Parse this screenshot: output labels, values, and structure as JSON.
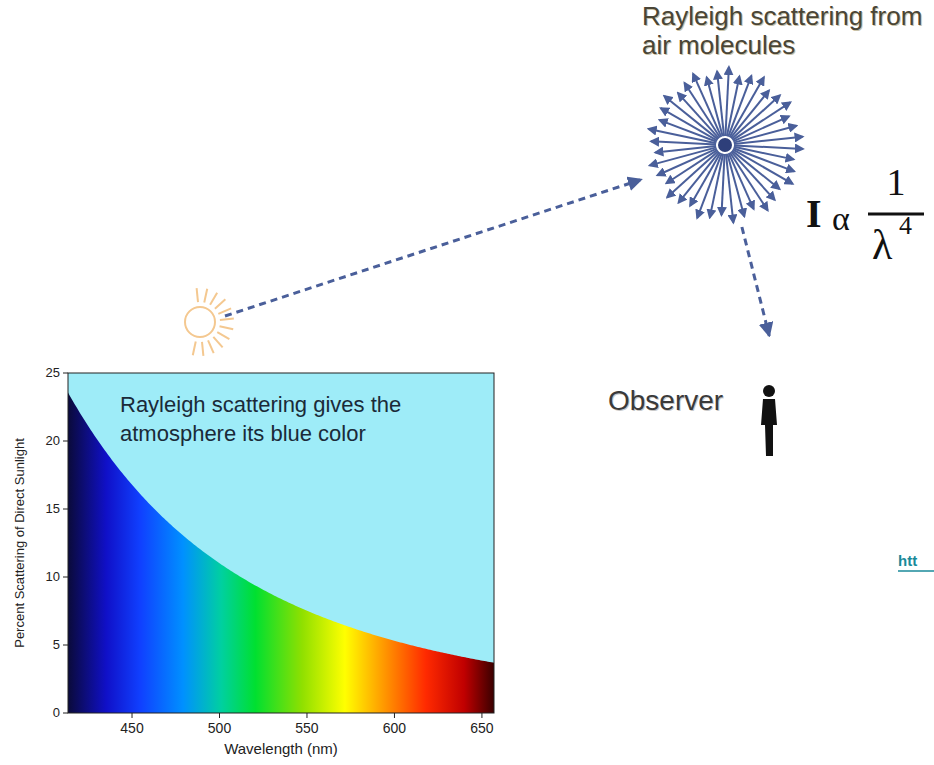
{
  "diagram": {
    "nodes": [
      {
        "text": [
          "Rayleigh scattering from air molecules"
        ]
      },
      {
        "text": [
          "Observer"
        ]
      },
      {
        "text": [
          "Rayleigh scattering gives the atmosphere its blue color"
        ]
      }
    ],
    "edges": [
      {
        "from": 0,
        "to": 1,
        "arrow": "to"
      }
    ],
    "labels": [
      "I",
      "α",
      "1",
      "λ",
      "4",
      "25",
      "20",
      "15",
      "10",
      "5",
      "0",
      "450",
      "500",
      "550",
      "600",
      "650",
      "Percent Scattering of Direct Sunlight",
      "Wavelength (nm)",
      "htt"
    ]
  }
}
